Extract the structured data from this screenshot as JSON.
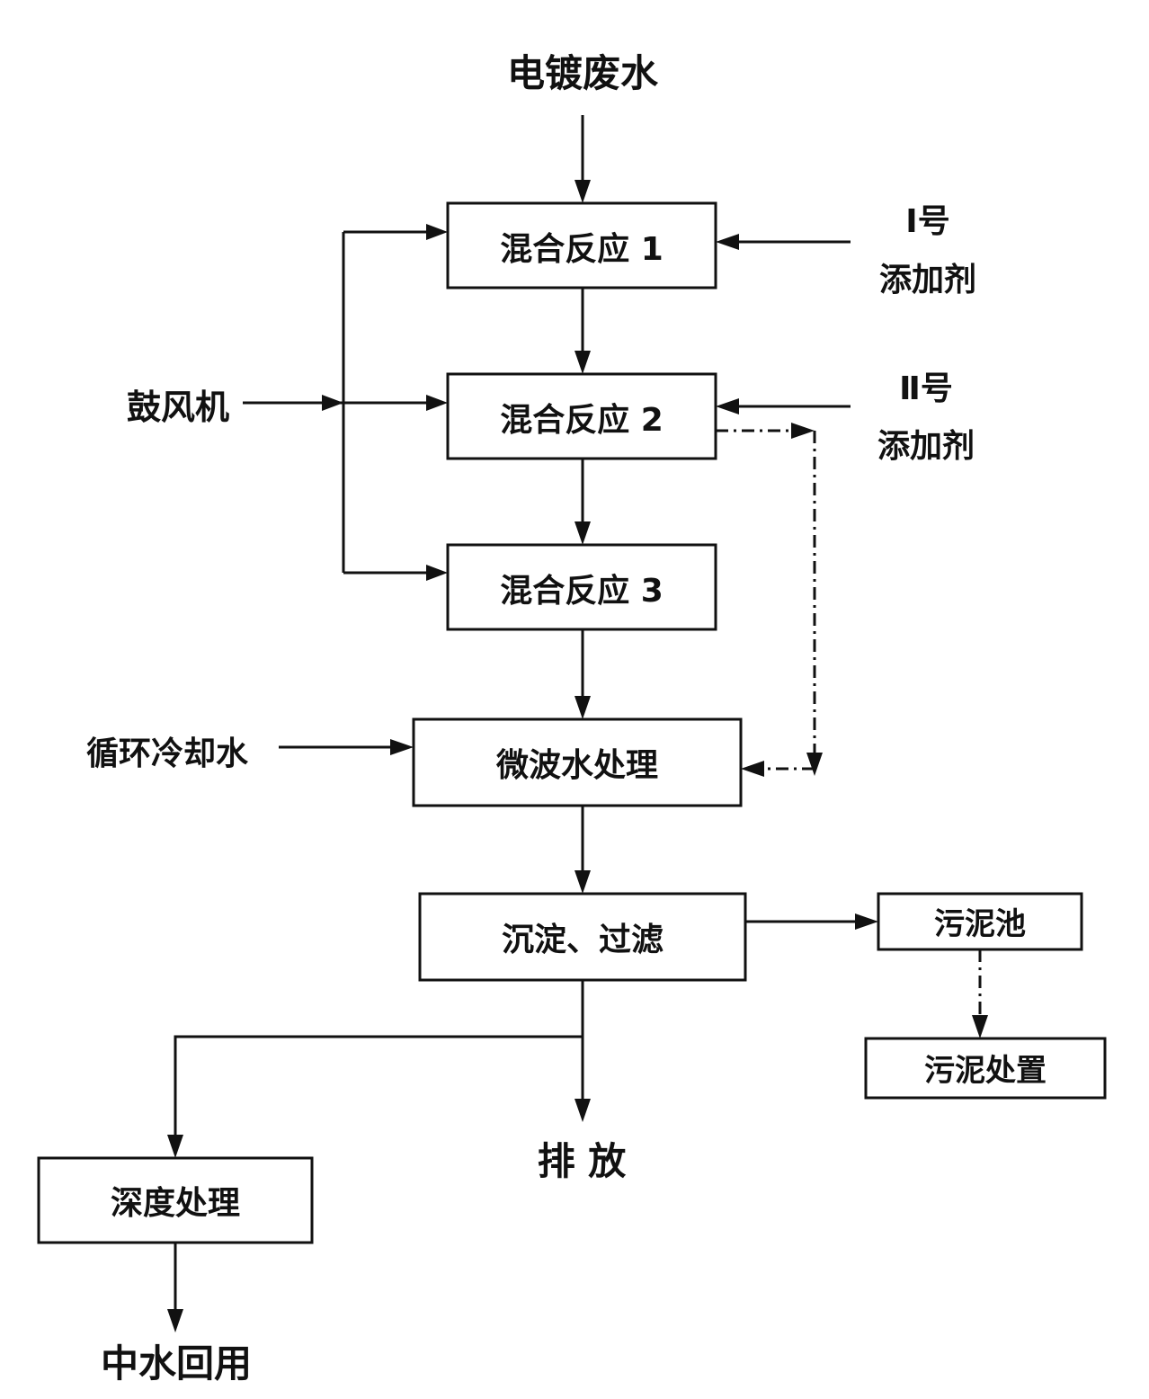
{
  "labels": {
    "source": "电镀废水",
    "additive1_line1": "Ⅰ号",
    "additive1_line2": "添加剂",
    "additive2_line1": "Ⅱ号",
    "additive2_line2": "添加剂",
    "blower": "鼓风机",
    "cooling_water": "循环冷却水",
    "discharge": "排 放",
    "reuse": "中水回用"
  },
  "boxes": {
    "mix1": "混合反应 1",
    "mix2": "混合反应 2",
    "mix3": "混合反应 3",
    "microwave": "微波水处理",
    "settle": "沉淀、过滤",
    "sludge_pool": "污泥池",
    "sludge_disposal": "污泥处置",
    "advanced": "深度处理"
  }
}
